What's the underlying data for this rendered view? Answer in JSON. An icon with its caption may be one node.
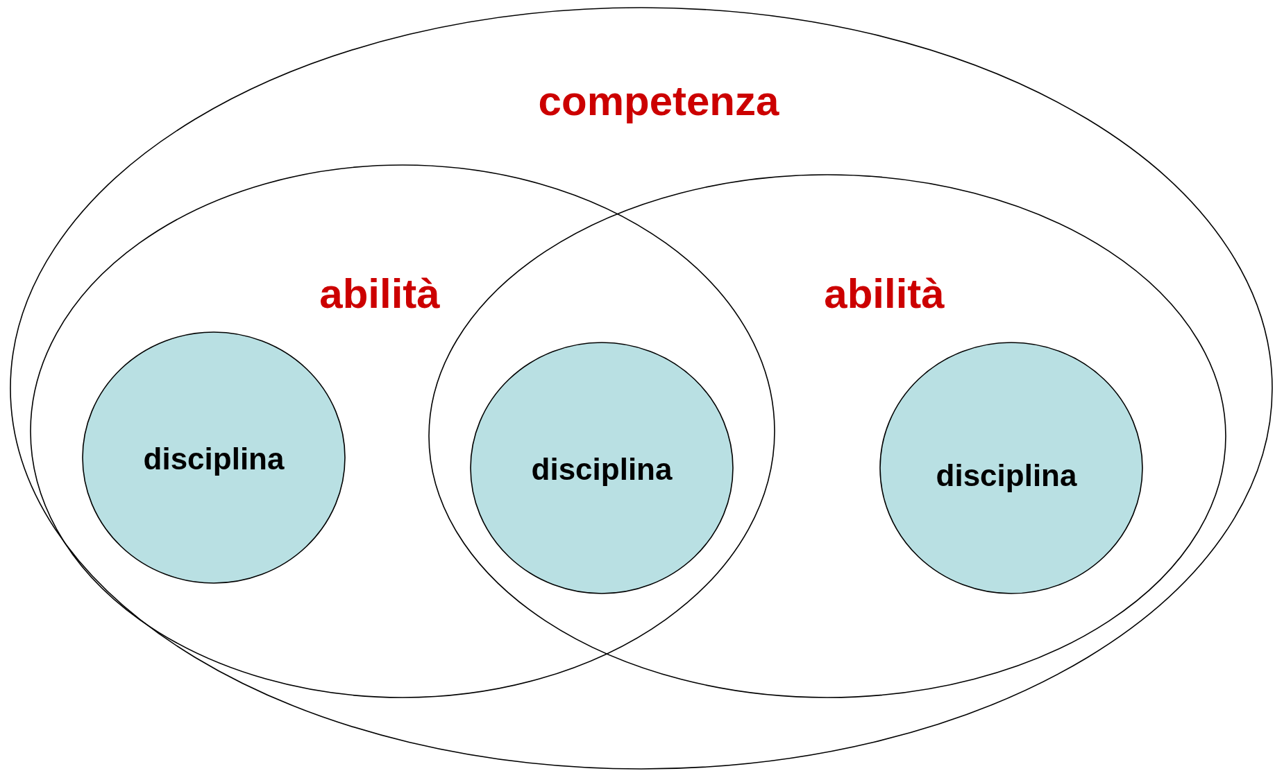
{
  "diagram": {
    "nodes": [
      {
        "text": [
          "competenza"
        ]
      },
      {
        "text": [
          "abilità"
        ],
        "in": 0
      },
      {
        "text": [
          "abilità"
        ],
        "in": 0
      },
      {
        "text": [
          "disciplina"
        ],
        "in": 1
      },
      {
        "text": [
          "disciplina"
        ]
      },
      {
        "text": [
          "disciplina"
        ],
        "in": 2
      }
    ]
  }
}
